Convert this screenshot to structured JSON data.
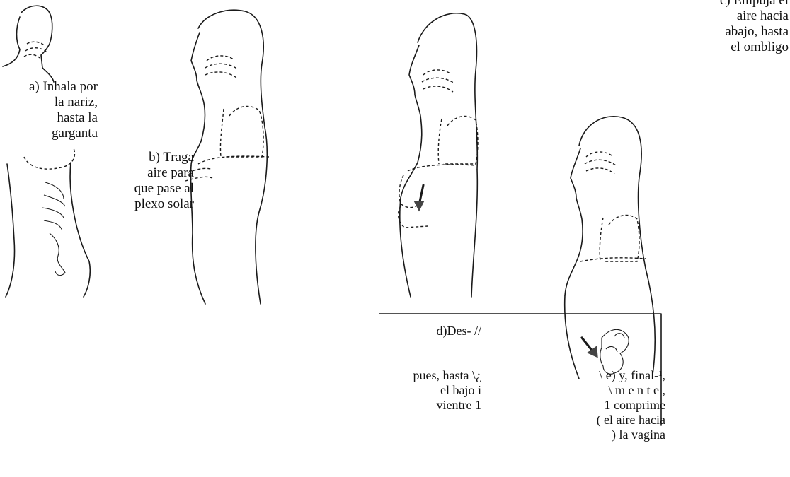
{
  "steps": {
    "a": [
      "a) Inhala por",
      "la nariz,",
      "hasta la",
      "garganta"
    ],
    "b": [
      "b) Traga",
      "aire para",
      "que pase al",
      "plexo solar"
    ],
    "c": [
      "c) Empuja el",
      "aire hacia",
      "abajo, hasta",
      "el ombligo"
    ],
    "d": [
      "d)Des- //",
      "",
      "",
      "pues, hasta \\¿",
      "el bajo    i",
      "vientre   1"
    ],
    "e": [
      "\\  e) y, final-¹,",
      "\\ m e n t e ,",
      "1 comprime",
      "(  el aire hacia",
      ")     la vagina"
    ]
  }
}
